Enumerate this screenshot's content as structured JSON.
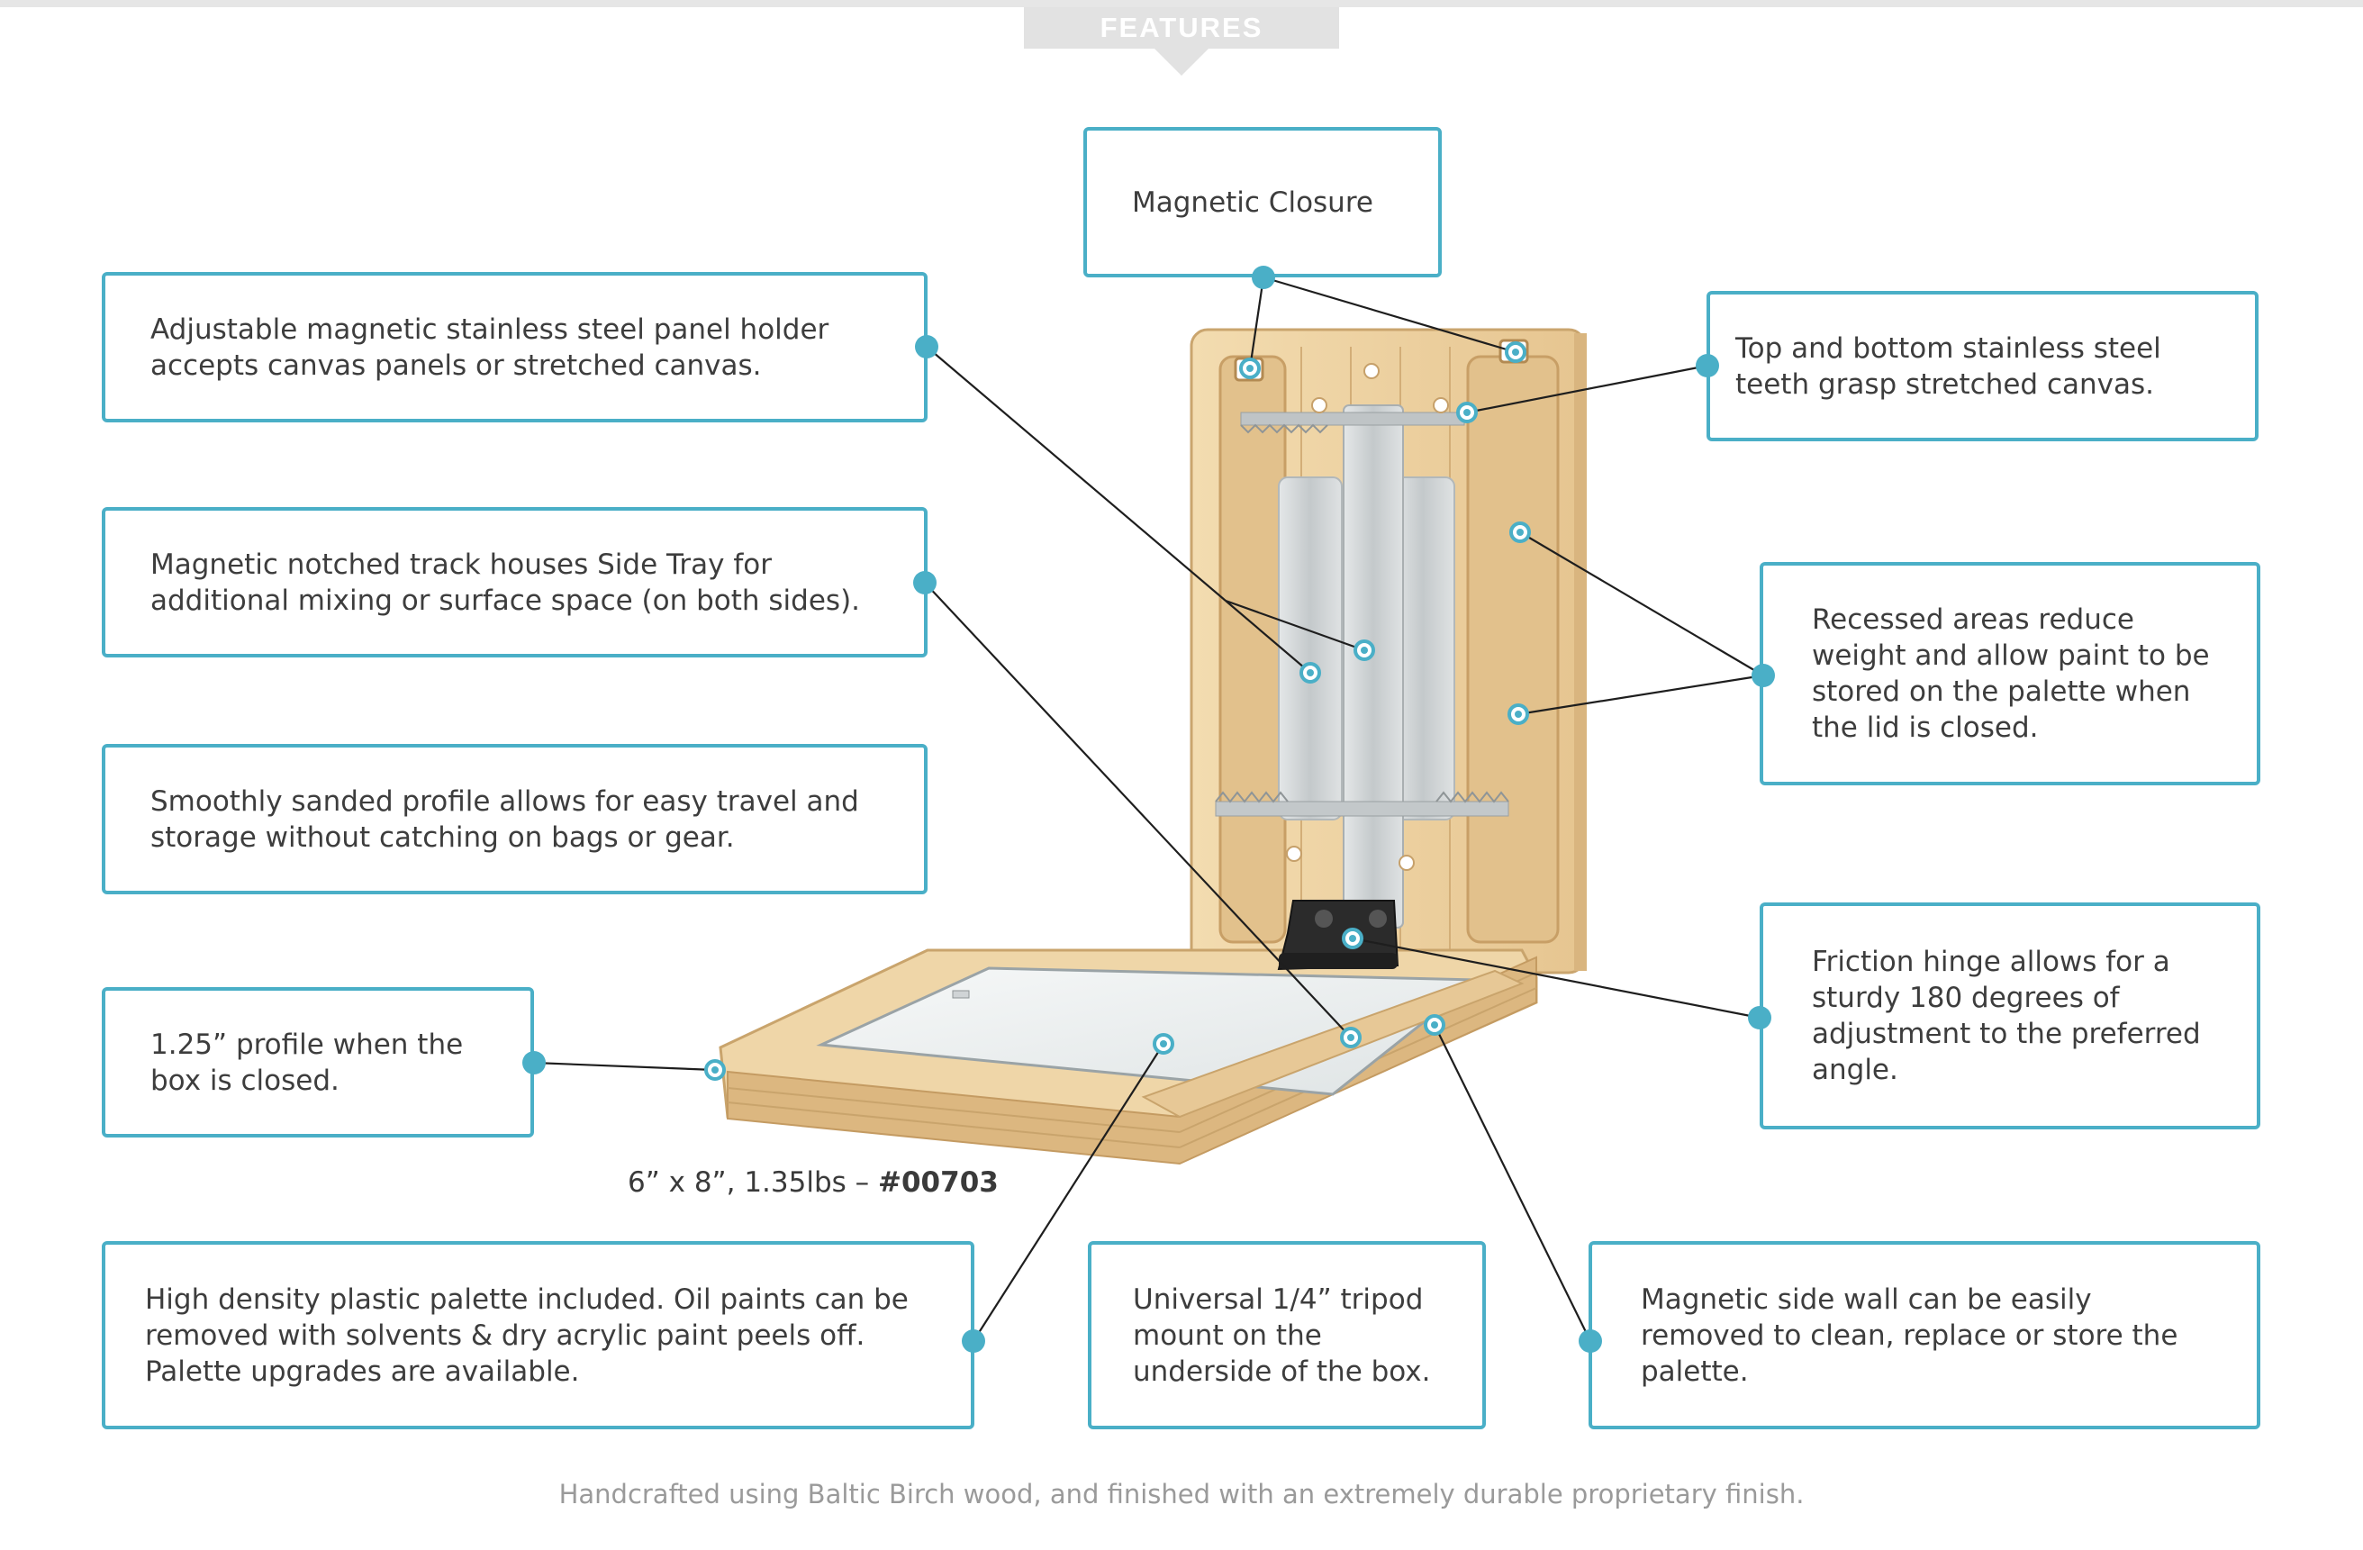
{
  "header": {
    "tab_label": "FEATURES"
  },
  "callouts": {
    "magnetic_closure": "Magnetic Closure",
    "panel_holder": "Adjustable magnetic stainless steel panel holder accepts canvas panels or stretched canvas.",
    "steel_teeth": "Top and bottom stainless steel teeth grasp stretched canvas.",
    "notched_track": "Magnetic notched track houses Side Tray for additional mixing or surface space (on both sides).",
    "recessed_areas": "Recessed areas reduce weight and allow paint to be stored on the palette when the lid is closed.",
    "sanded_profile": "Smoothly sanded profile allows for easy travel and storage without catching on bags or gear.",
    "friction_hinge": "Friction hinge allows for a sturdy 180 degrees of adjustment to the preferred angle.",
    "profile_closed": "1.25” profile when the box is closed.",
    "plastic_palette": "High density plastic palette included. Oil paints can be removed with solvents & dry acrylic paint peels off. Palette upgrades are available.",
    "tripod_mount": "Universal 1/4” tripod mount on the underside of the box.",
    "side_wall": "Magnetic side wall can be easily removed to clean, replace or store the palette."
  },
  "product": {
    "spec": "6” x 8”, 1.35lbs – ",
    "sku": "#00703"
  },
  "footer": {
    "note": "Handcrafted using Baltic Birch wood, and finished with an extremely durable proprietary finish."
  },
  "colors": {
    "accent": "#4aafc7",
    "wood": "#ecd2a4",
    "wood_dark": "#d8b27a",
    "steel": "#cfd4d6",
    "hinge": "#2b2b2b",
    "line": "#1e1e1e"
  }
}
